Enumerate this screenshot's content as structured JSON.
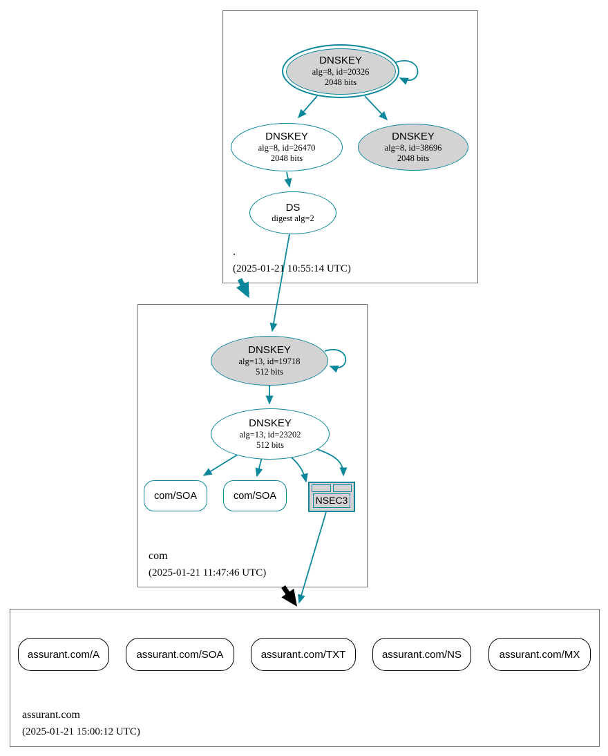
{
  "colors": {
    "secure_teal": "#0a879a",
    "node_fill_gray": "#d3d3d3",
    "insecure_black": "#000000",
    "zone_border_gray": "#6e6e6e"
  },
  "zones": {
    "root": {
      "label": ".",
      "timestamp": "(2025-01-21 10:55:14 UTC)",
      "dnskey_20326": {
        "title": "DNSKEY",
        "line1": "alg=8, id=20326",
        "line2": "2048 bits"
      },
      "dnskey_26470": {
        "title": "DNSKEY",
        "line1": "alg=8, id=26470",
        "line2": "2048 bits"
      },
      "dnskey_38696": {
        "title": "DNSKEY",
        "line1": "alg=8, id=38696",
        "line2": "2048 bits"
      },
      "ds": {
        "title": "DS",
        "line1": "digest alg=2"
      }
    },
    "com": {
      "label": "com",
      "timestamp": "(2025-01-21 11:47:46 UTC)",
      "dnskey_19718": {
        "title": "DNSKEY",
        "line1": "alg=13, id=19718",
        "line2": "512 bits"
      },
      "dnskey_23202": {
        "title": "DNSKEY",
        "line1": "alg=13, id=23202",
        "line2": "512 bits"
      },
      "soa1": {
        "label": "com/SOA"
      },
      "soa2": {
        "label": "com/SOA"
      },
      "nsec3": {
        "label": "NSEC3"
      }
    },
    "assurant_com": {
      "label": "assurant.com",
      "timestamp": "(2025-01-21 15:00:12 UTC)",
      "rr_a": {
        "label": "assurant.com/A"
      },
      "rr_soa": {
        "label": "assurant.com/SOA"
      },
      "rr_txt": {
        "label": "assurant.com/TXT"
      },
      "rr_ns": {
        "label": "assurant.com/NS"
      },
      "rr_mx": {
        "label": "assurant.com/MX"
      }
    }
  }
}
